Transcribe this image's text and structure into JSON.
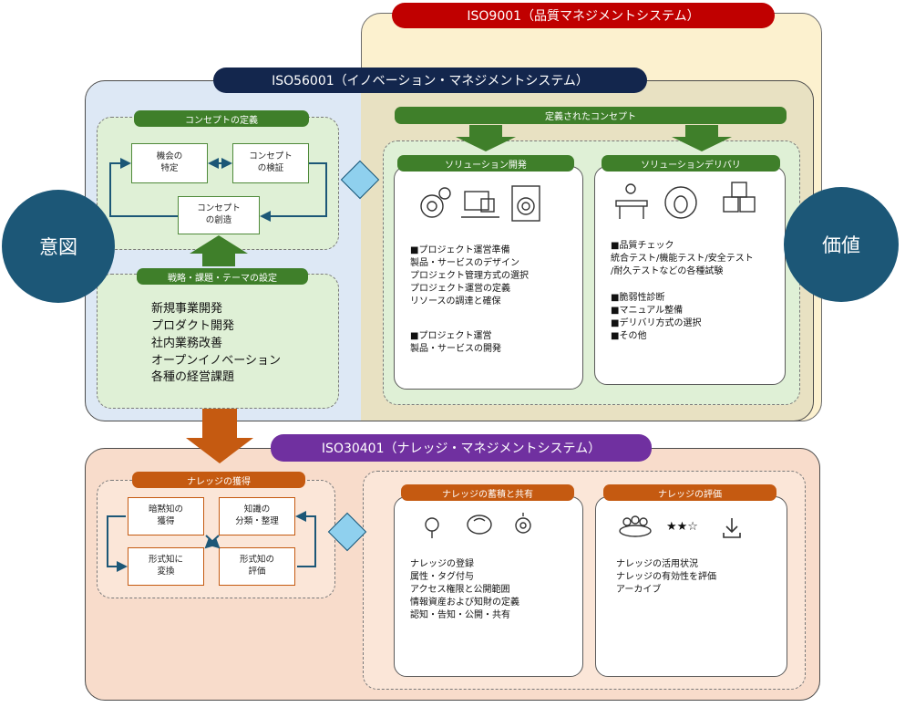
{
  "iso9001": {
    "title": "ISO9001（品質マネジメントシステム）",
    "color": "#c00000"
  },
  "iso56001": {
    "title": "ISO56001（イノベーション・マネジメントシステム）",
    "color": "#13264d"
  },
  "iso30401": {
    "title": "ISO30401（ナレッジ・マネジメントシステム）",
    "color": "#7030a0"
  },
  "intent": "意図",
  "value": "価値",
  "concept": {
    "header": "コンセプトの定義",
    "box_opportunity": "機会の\n特定",
    "box_verify": "コンセプト\nの検証",
    "box_create": "コンセプト\nの創造"
  },
  "strategy": {
    "header": "戦略・課題・テーマの設定",
    "items": "新規事業開発\nプロダクト開発\n社内業務改善\nオープンイノベーション\n各種の経営課題"
  },
  "defined_concept": "定義されたコンセプト",
  "solution_dev": {
    "header": "ソリューション開発",
    "icons": [
      "gears-icon",
      "developer-desk-icon",
      "target-document-icon"
    ],
    "text1": "■プロジェクト運営準備\n製品・サービスのデザイン\nプロジェクト管理方式の選択\nプロジェクト運営の定義\nリソースの調達と確保",
    "text2": "■プロジェクト運営\n製品・サービスの開発"
  },
  "solution_delivery": {
    "header": "ソリューションデリバリ",
    "icons": [
      "meeting-icon",
      "bug-icon",
      "boxes-icon"
    ],
    "text1": "■品質チェック\n統合テスト/機能テスト/安全テスト\n/耐久テストなどの各種試験",
    "text2": "■脆弱性診断\n■マニュアル整備\n■デリバリ方式の選択\n■その他"
  },
  "knowledge_acq": {
    "header": "ナレッジの獲得",
    "box_tacit": "暗黙知の\n獲得",
    "box_classify": "知識の\n分類・整理",
    "box_explicit": "形式知に\n変換",
    "box_evaluate": "形式知の\n評価"
  },
  "knowledge_share": {
    "header": "ナレッジの蓄積と共有",
    "icons": [
      "idea-hand-icon",
      "brain-icon",
      "lightbulb-gear-icon"
    ],
    "text": "ナレッジの登録\n属性・タグ付与\nアクセス権限と公開範囲\n情報資産および知財の定義\n認知・告知・公開・共有"
  },
  "knowledge_eval": {
    "header": "ナレッジの評価",
    "icons": [
      "team-icon",
      "rating-stars-icon",
      "download-icon"
    ],
    "stars": "★★☆",
    "text": "ナレッジの活用状況\nナレッジの有効性を評価\nアーカイブ"
  },
  "colors": {
    "green": "#3f7f2a",
    "orange": "#c55a11",
    "navy": "#1c5777",
    "diamond": "#8fd0ee"
  }
}
